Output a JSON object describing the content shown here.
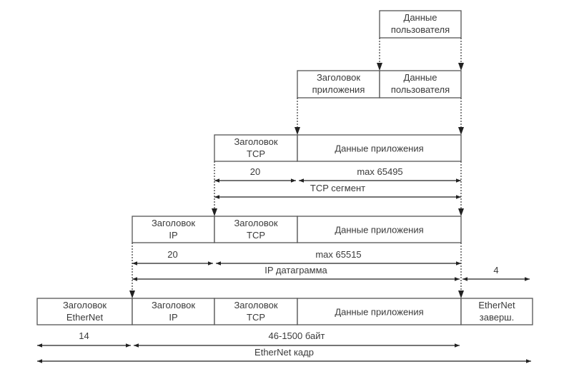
{
  "rows": [
    {
      "name": "user-data",
      "cells": [
        [
          "Данные",
          "пользователя"
        ]
      ]
    },
    {
      "name": "application-message",
      "cells": [
        [
          "Заголовок",
          "приложения"
        ],
        [
          "Данные",
          "пользователя"
        ]
      ]
    },
    {
      "name": "tcp-segment",
      "cells": [
        [
          "Заголовок",
          "TCP"
        ],
        [
          "Данные приложения"
        ]
      ]
    },
    {
      "name": "ip-datagram",
      "cells": [
        [
          "Заголовок",
          "IP"
        ],
        [
          "Заголовок",
          "TCP"
        ],
        [
          "Данные приложения"
        ]
      ]
    },
    {
      "name": "ethernet-frame",
      "cells": [
        [
          "Заголовок",
          "EtherNet"
        ],
        [
          "Заголовок",
          "IP"
        ],
        [
          "Заголовок",
          "TCP"
        ],
        [
          "Данные приложения"
        ],
        [
          "EtherNet",
          "заверш."
        ]
      ]
    }
  ],
  "dimensions": {
    "tcp_header": "20",
    "tcp_data": "max 65495",
    "tcp_segment": "TCP сегмент",
    "ip_header": "20",
    "ip_data": "max 65515",
    "ip_datagram": "IP датаграмма",
    "eth_trailer": "4",
    "eth_header": "14",
    "eth_payload": "46-1500 байт",
    "eth_frame": "EtherNet кадр"
  }
}
